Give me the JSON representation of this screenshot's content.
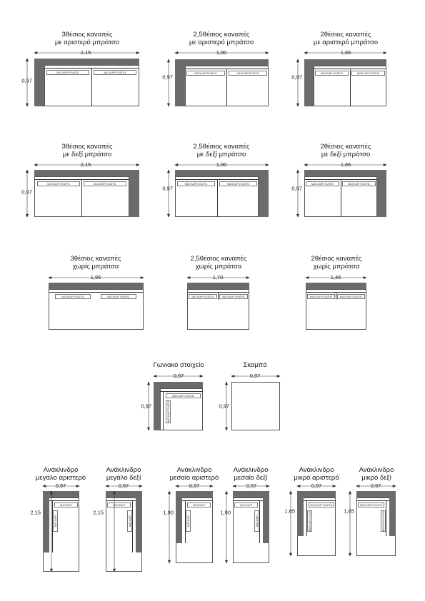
{
  "sections": {
    "left_arm": [
      {
        "title1": "3θέσιος καναπές",
        "title2": "με αριστερό μπράτσο",
        "width": "2,15",
        "depth": "0,97",
        "pillow": "ΜΑΞΙΛΑΡΙ ΠΛΑΤΗΣ"
      },
      {
        "title1": "2,5θέσιος καναπές",
        "title2": "με αριστερό μπράτσο",
        "width": "1,90",
        "depth": "0,97",
        "pillow": "ΜΑΞΙΛΑΡΙ ΠΛΑΤΗΣ"
      },
      {
        "title1": "2θέσιος καναπές",
        "title2": "με αριστερό μπράτσο",
        "width": "1,65",
        "depth": "0,97",
        "pillow": "ΜΑΞΙΛΑΡΙ ΠΛΑΤΗΣ"
      }
    ],
    "right_arm": [
      {
        "title1": "3θέσιος καναπές",
        "title2": "με δεξί μπράτσο",
        "width": "2,15",
        "depth": "0,97",
        "pillow": "ΜΑΞΙΛΑΡΙ ΠΛΑΤΗΣ"
      },
      {
        "title1": "2,5θέσιος καναπές",
        "title2": "με δεξί μπράτσο",
        "width": "1,90",
        "depth": "0,97",
        "pillow": "ΜΑΞΙΛΑΡΙ ΠΛΑΤΗΣ"
      },
      {
        "title1": "2θέσιος καναπές",
        "title2": "με δεξί μπράτσο",
        "width": "1,65",
        "depth": "0,97",
        "pillow": "ΜΑΞΙΛΑΡΙ ΠΛΑΤΗΣ"
      }
    ],
    "no_arm": [
      {
        "title1": "3θέσιος καναπές",
        "title2": "χωρίς μπράτσα",
        "width": "1,95",
        "pillow": "ΜΑΞΙΛΑΡΙ ΠΛΑΤΗΣ"
      },
      {
        "title1": "2,5θέσιος καναπές",
        "title2": "χωρίς μπράτσα",
        "width": "1,70",
        "pillow": "ΜΑΞΙΛΑΡΙ ΠΛΑΤΗΣ"
      },
      {
        "title1": "2θέσιος καναπές",
        "title2": "χωρίς μπράτσα",
        "width": "1,45",
        "pillow": "ΜΑΞΙΛΑΡΙ ΠΛΑΤΗΣ"
      }
    ],
    "corner": {
      "title": "Γωνιακό στοιχείο",
      "width": "0,97",
      "depth": "0,97",
      "pillow": "ΜΑΞΙΛΑΡΙ ΠΛΑΤΗΣ"
    },
    "stool": {
      "title": "Σκαμπό",
      "width": "0,97",
      "depth": "0,97"
    },
    "recliners": [
      {
        "title1": "Ανάκλινδρο",
        "title2": "μεγάλο αριστερό",
        "width": "0,97",
        "depth": "2,15",
        "pillow": "ΜΑΞΙΛΑΡΙ"
      },
      {
        "title1": "Ανάκλινδρο",
        "title2": "μεγάλο δεξί",
        "width": "0,97",
        "depth": "2,15",
        "pillow": "ΜΑΞΙΛΑΡΙ"
      },
      {
        "title1": "Ανάκλινδρο",
        "title2": "μεσαίο αριστερό",
        "width": "0,97",
        "depth": "1,90",
        "pillow": "ΜΑΞΙΛΑΡΙ"
      },
      {
        "title1": "Ανάκλινδρο",
        "title2": "μεσαίο δεξί",
        "width": "0,97",
        "depth": "1,90",
        "pillow": "ΜΑΞΙΛΑΡΙ"
      },
      {
        "title1": "Ανάκλινδρο",
        "title2": "μικρό αριστερό",
        "width": "0,97",
        "depth": "1,65",
        "pillow": "ΜΑΞΙΛΑΡΙ ΠΛΑΤΗΣ"
      },
      {
        "title1": "Ανάκλινδρο",
        "title2": "μικρό δεξί",
        "width": "0,97",
        "depth": "1,65",
        "pillow": "ΜΑΞΙΛΑΡΙ ΠΛΑΤΗΣ"
      }
    ]
  },
  "colors": {
    "arm": "#6b6b6b",
    "back": "#8a8a8a",
    "line": "#333333"
  }
}
